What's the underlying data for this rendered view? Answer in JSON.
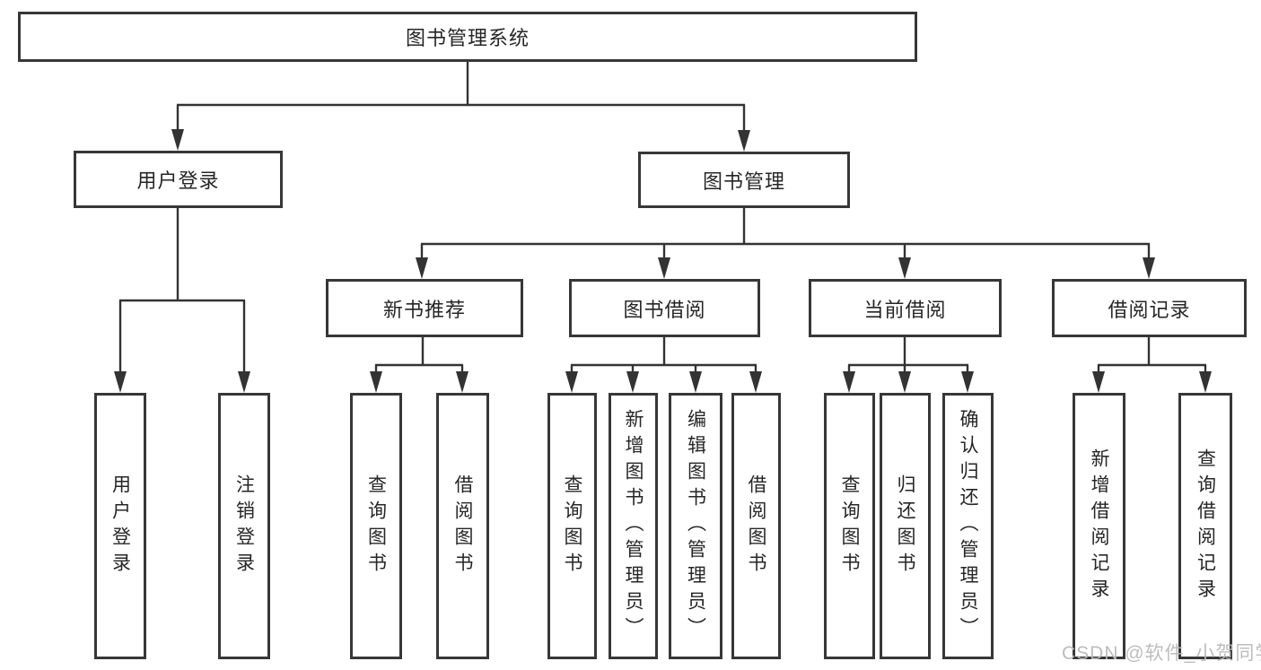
{
  "diagram": {
    "type": "hierarchy-tree",
    "background_color": "#ffffff",
    "line_color": "#333333",
    "text_color": "#262626",
    "watermark_color": "#b9b9b9",
    "watermark": "CSDN @软件_小贺同学",
    "nodes": {
      "root": "图书管理系统",
      "user_login": "用户登录",
      "book_mgmt": "图书管理",
      "new_books": "新书推荐",
      "book_borrow": "图书借阅",
      "current_borrow": "当前借阅",
      "borrow_records": "借阅记录",
      "leaf_login": "用户登录",
      "leaf_logout": "注销登录",
      "leaf_nb_query": "查询图书",
      "leaf_nb_borrow": "借阅图书",
      "leaf_bb_query": "查询图书",
      "leaf_bb_add": "新增图书（管理员）",
      "leaf_bb_edit": "编辑图书（管理员）",
      "leaf_bb_borrow": "借阅图书",
      "leaf_cb_query": "查询图书",
      "leaf_cb_return": "归还图书",
      "leaf_cb_confirm": "确认归还（管理员）",
      "leaf_rec_add": "新增借阅记录",
      "leaf_rec_query": "查询借阅记录"
    },
    "edges": [
      {
        "from": "root",
        "to": "user_login"
      },
      {
        "from": "root",
        "to": "book_mgmt"
      },
      {
        "from": "user_login",
        "to": "leaf_login"
      },
      {
        "from": "user_login",
        "to": "leaf_logout"
      },
      {
        "from": "book_mgmt",
        "to": "new_books"
      },
      {
        "from": "book_mgmt",
        "to": "book_borrow"
      },
      {
        "from": "book_mgmt",
        "to": "current_borrow"
      },
      {
        "from": "book_mgmt",
        "to": "borrow_records"
      },
      {
        "from": "new_books",
        "to": "leaf_nb_query"
      },
      {
        "from": "new_books",
        "to": "leaf_nb_borrow"
      },
      {
        "from": "book_borrow",
        "to": "leaf_bb_query"
      },
      {
        "from": "book_borrow",
        "to": "leaf_bb_add"
      },
      {
        "from": "book_borrow",
        "to": "leaf_bb_edit"
      },
      {
        "from": "book_borrow",
        "to": "leaf_bb_borrow"
      },
      {
        "from": "current_borrow",
        "to": "leaf_cb_query"
      },
      {
        "from": "current_borrow",
        "to": "leaf_cb_return"
      },
      {
        "from": "current_borrow",
        "to": "leaf_cb_confirm"
      },
      {
        "from": "borrow_records",
        "to": "leaf_rec_add"
      },
      {
        "from": "borrow_records",
        "to": "leaf_rec_query"
      }
    ]
  }
}
